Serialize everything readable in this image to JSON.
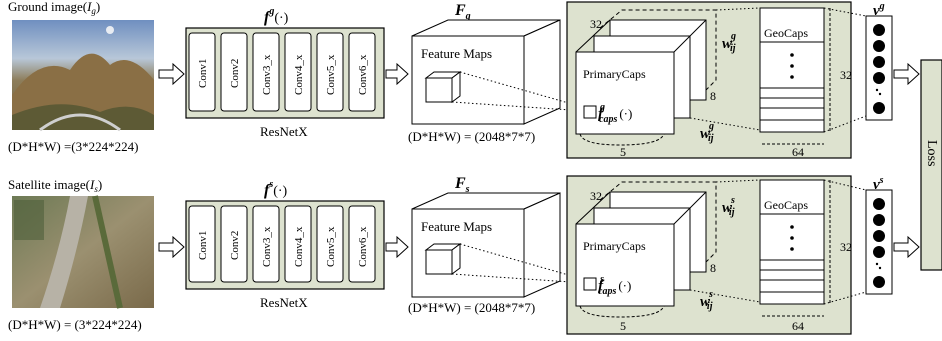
{
  "ground": {
    "caption_prefix": "Ground image",
    "caption_open": "(",
    "caption_var": "I",
    "caption_sub": "g",
    "caption_close": ")",
    "dims": "(D*H*W) =(3*224*224)",
    "f_sup": "g",
    "F_sub": "g",
    "caps_sup": "g",
    "w_sup": "g",
    "v_sup": "g"
  },
  "satellite": {
    "caption_prefix": "Satellite image",
    "caption_open": "(",
    "caption_var": "I",
    "caption_sub": "s",
    "caption_close": ")",
    "dims": "(D*H*W) = (3*224*224)",
    "f_sup": "s",
    "F_sub": "s",
    "caps_sup": "s",
    "w_sup": "s",
    "v_sup": "s"
  },
  "resnet": {
    "title_f": "f",
    "title_arg": "(·)",
    "label": "ResNetX",
    "layers": [
      "Conv1",
      "Conv2",
      "Conv3_x",
      "Conv4_x",
      "Conv5_x",
      "Conv6_x"
    ]
  },
  "features": {
    "title_F": "F",
    "label": "Feature Maps",
    "dims": "(D*H*W) = (2048*7*7)"
  },
  "capsules": {
    "primary_label": "PrimaryCaps",
    "geo_label": "GeoCaps",
    "caps_f": "f",
    "caps_sub": "caps",
    "caps_arg": "(·)",
    "w": "w",
    "w_sub": "ij",
    "v": "v",
    "dim_32_top": "32",
    "dim_8": "8",
    "dim_5": "5",
    "dim_64": "64",
    "dim_32_right": "32",
    "dots": "•\n•\n•"
  },
  "loss": {
    "label": "Loss"
  },
  "colors": {
    "panel_fill": "#dde2cf",
    "stroke": "#000000"
  }
}
